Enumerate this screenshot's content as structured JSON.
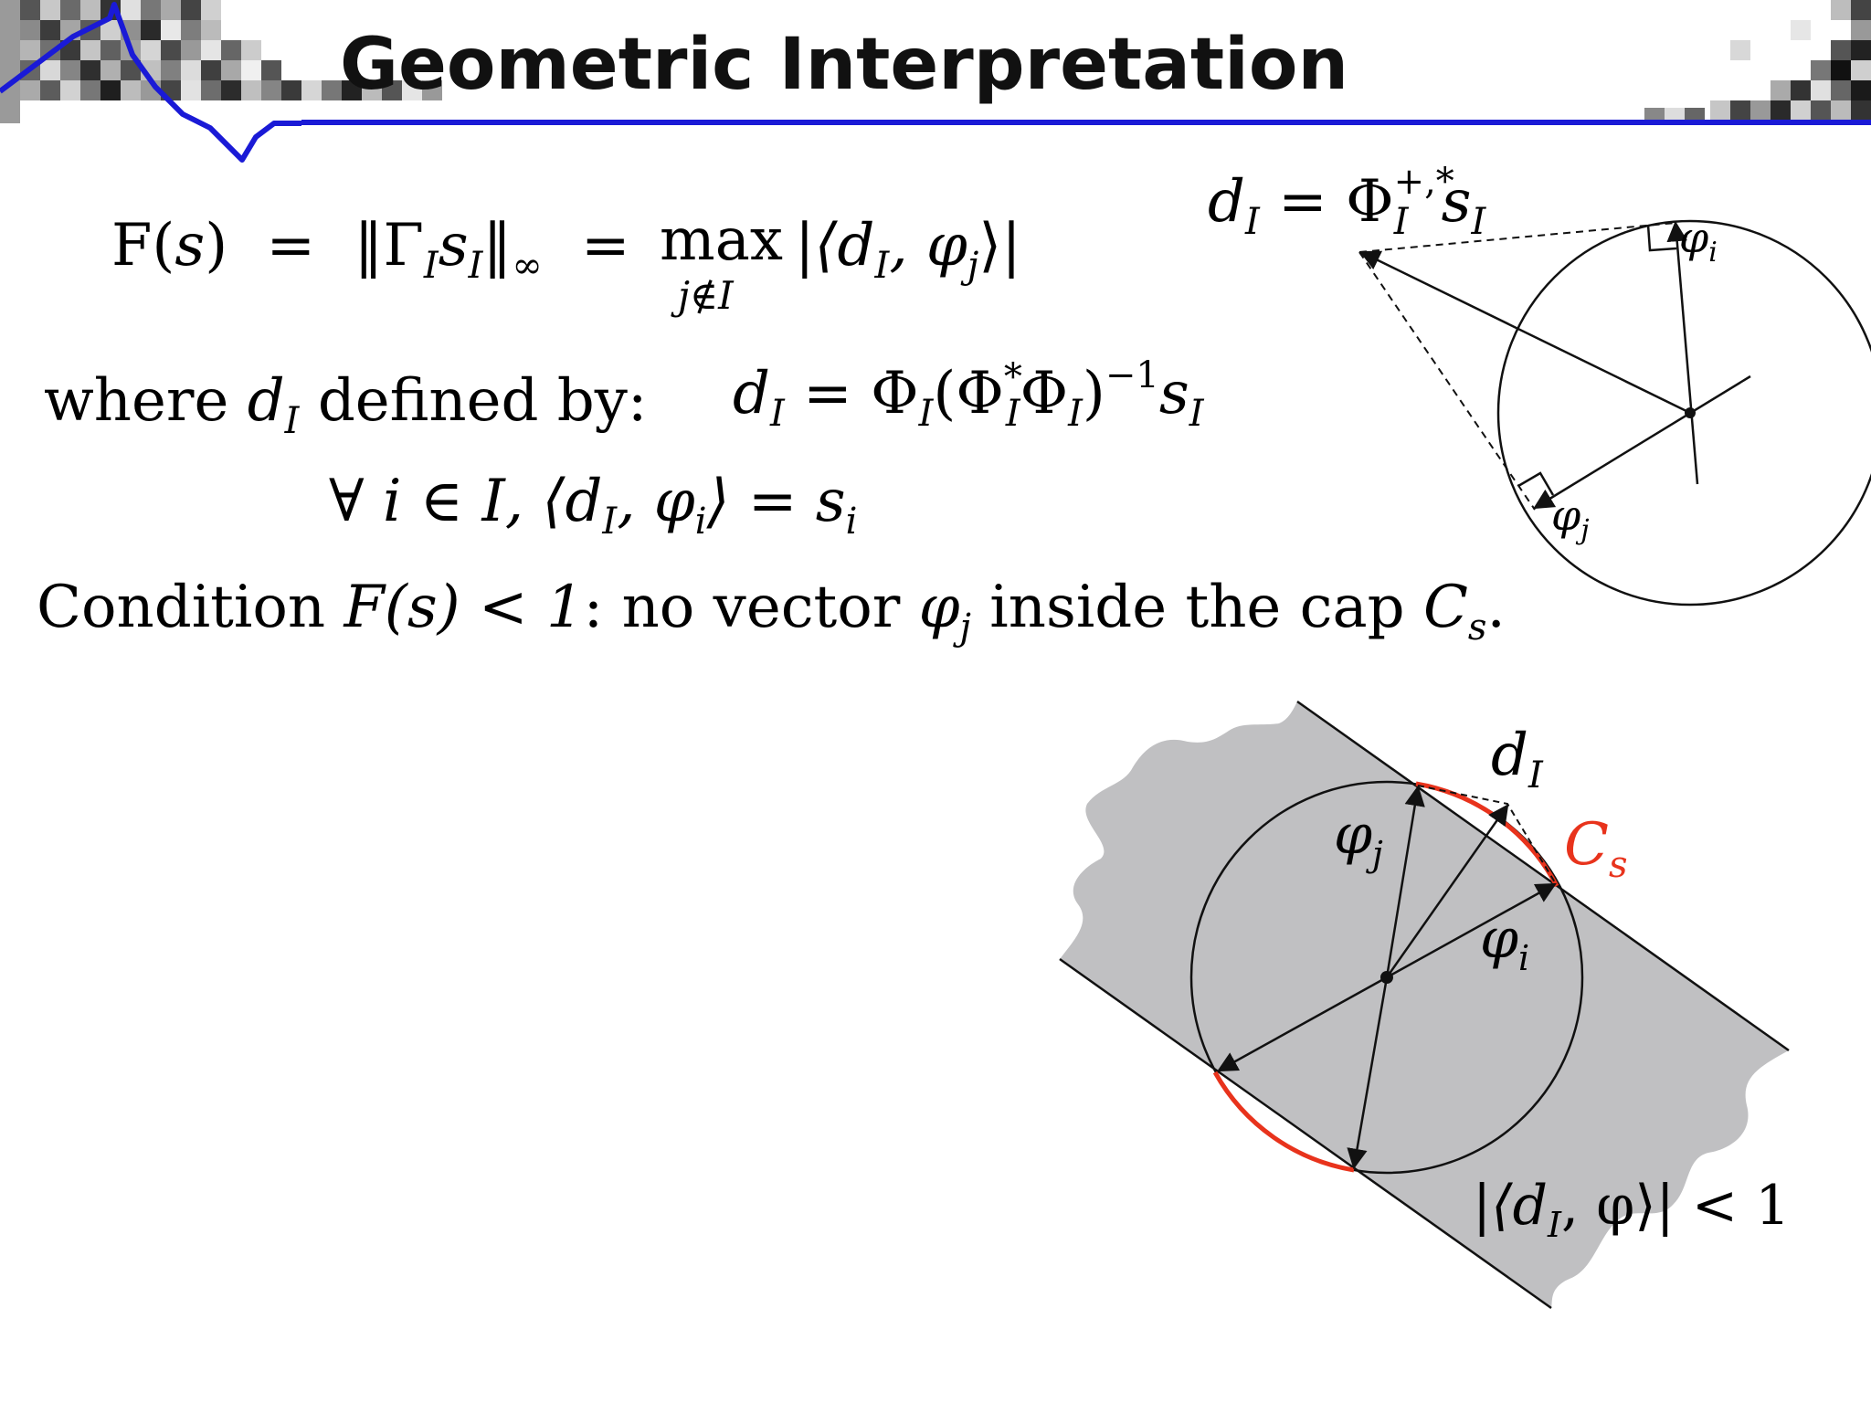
{
  "slide": {
    "title": "Geometric Interpretation",
    "accent_color": "#1a1ad6",
    "cap_color": "#e8331c",
    "shade_color": "#c0c0c2"
  },
  "formulas": {
    "f_def": {
      "lhs": "F(",
      "s": "s",
      "rp": ")",
      "eq1": "=",
      "norm_open": "‖Γ",
      "gamma_sub": "I",
      "s_main": "s",
      "s_sub": "I",
      "norm_close": "‖",
      "inf_sub": "∞",
      "eq2": "=",
      "max": "max",
      "max_sub": "j∉I",
      "abs_expr": "|⟨d",
      "d_sub": "I",
      "comma": ", φ",
      "phi_sub": "j",
      "close": "⟩|"
    },
    "where": {
      "prefix": "where ",
      "d": "d",
      "d_sub": "I",
      "suffix": " defined by:"
    },
    "d_def": {
      "d": "d",
      "d_sub": "I",
      "eq": " = Φ",
      "phi_sub": "I",
      "paren": "(Φ",
      "star_sup": "*",
      "star_sub": "I",
      "phi2": "Φ",
      "phi2_sub": "I",
      "close": ")",
      "inv_sup": "−1",
      "s": "s",
      "s_sub": "I"
    },
    "forall": {
      "expr": "∀ i ∈ I, ⟨d",
      "d_sub": "I",
      "mid": ", φ",
      "phi_sub": "i",
      "close": "⟩ = s",
      "s_sub": "i"
    },
    "condition": {
      "prefix": "Condition ",
      "f": "F(s) < 1",
      "mid": ": no vector ",
      "phi": "φ",
      "phi_sub": "j",
      "suffix": " inside the cap ",
      "c": "C",
      "c_sub": "s",
      "end": "."
    }
  },
  "diagram_top": {
    "label_d": "d",
    "label_d_sub": "I",
    "label_eq": " = Φ",
    "label_phi_sub": "I",
    "label_phi_sup": "+,*",
    "label_s": "s",
    "label_s_sub": "I",
    "phi_i": "φ",
    "phi_i_sub": "i",
    "phi_j": "φ",
    "phi_j_sub": "j"
  },
  "diagram_bottom": {
    "d": "d",
    "d_sub": "I",
    "cap": "C",
    "cap_sub": "s",
    "phi_j": "φ",
    "phi_j_sub": "j",
    "phi_i": "φ",
    "phi_i_sub": "i",
    "ineq": "|⟨d",
    "ineq_sub": "I",
    "ineq_mid": ", φ⟩| < 1"
  }
}
